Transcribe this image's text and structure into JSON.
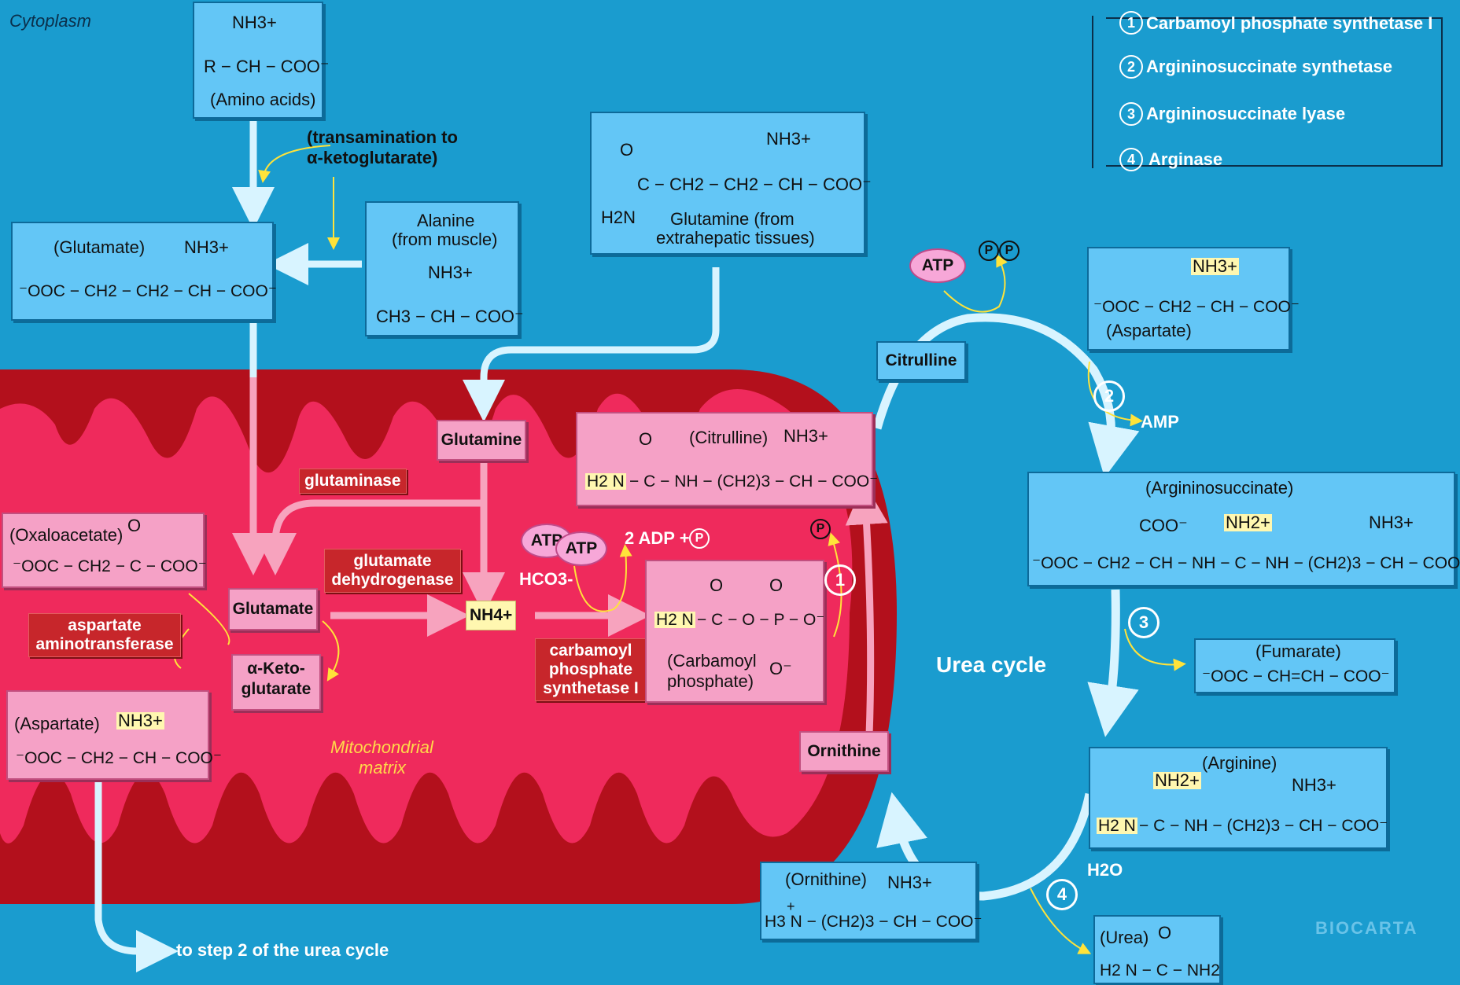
{
  "region_labels": {
    "cytoplasm": "Cytoplasm",
    "matrix_line1": "Mitochondrial",
    "matrix_line2": "matrix",
    "urea_cycle": "Urea cycle"
  },
  "legend": [
    {
      "num": "1",
      "label": "Carbamoyl phosphate synthetase I"
    },
    {
      "num": "2",
      "label": "Argininosuccinate synthetase"
    },
    {
      "num": "3",
      "label": "Argininosuccinate lyase"
    },
    {
      "num": "4",
      "label": "Arginase"
    }
  ],
  "amino_acids": {
    "formula_top": "NH3+",
    "formula": "R − CH − COO⁻",
    "name": "(Amino acids)"
  },
  "transamination": {
    "line1": "(transamination to",
    "line2": "α-ketoglutarate)"
  },
  "glutamate_cyto": {
    "name": "(Glutamate)",
    "top": "NH3+",
    "formula": "⁻OOC − CH2 − CH2 − CH − COO⁻"
  },
  "alanine": {
    "line1": "Alanine",
    "line2": "(from muscle)",
    "top": "NH3+",
    "formula": "CH3 − CH − COO⁻"
  },
  "glutamine_ext": {
    "o": "O",
    "top": "NH3+",
    "formula": "C − CH2 − CH2 − CH − COO⁻",
    "h2n": "H2N",
    "line1": "Glutamine (from",
    "line2": "extrahepatic tissues)"
  },
  "glutamine_mito": "Glutamine",
  "glutaminase": "glutaminase",
  "glutamate_mito": "Glutamate",
  "glutamate_dh": {
    "line1": "glutamate",
    "line2": "dehydrogenase"
  },
  "nh4": "NH4+",
  "ketoglutarate": {
    "line1": "α-Keto-",
    "line2": "glutarate"
  },
  "aspartate_at": {
    "line1": "aspartate",
    "line2": "aminotransferase"
  },
  "oxaloacetate": {
    "name": "(Oxaloacetate)",
    "o": "O",
    "formula": "⁻OOC − CH2 − C − COO⁻"
  },
  "aspartate_mito": {
    "name": "(Aspartate)",
    "top": "NH3+",
    "formula": "⁻OOC − CH2 − CH − COO⁻"
  },
  "to_step2": "to step 2 of the urea cycle",
  "citrulline_box": {
    "o": "O",
    "name": "(Citrulline)",
    "top": "NH3+",
    "h2n": "H2 N",
    "formula": "− C − NH − (CH2)3 − CH − COO⁻"
  },
  "atp1": "ATP",
  "atp2": "ATP",
  "adp": "2 ADP +",
  "hco3": "HCO3-",
  "p_symbol": "P",
  "cps": {
    "line1": "carbamoyl",
    "line2": "phosphate",
    "line3": "synthetase I"
  },
  "carbamoyl_phosphate": {
    "o1": "O",
    "o2": "O",
    "h2n": "H2 N",
    "formula": "− C − O − P − O⁻",
    "name1": "(Carbamoyl",
    "name2": "phosphate)",
    "o3": "O⁻"
  },
  "citrulline": "Citrulline",
  "ornithine": "Ornithine",
  "atp_top": "ATP",
  "pp": "PP",
  "aspartate_cyto": {
    "top": "NH3+",
    "formula": "⁻OOC − CH2 − CH − COO⁻",
    "name": "(Aspartate)"
  },
  "amp": "AMP",
  "argininosuccinate": {
    "name": "(Argininosuccinate)",
    "coo": "COO⁻",
    "nh2": "NH2+",
    "nh3": "NH3+",
    "formula": "⁻OOC − CH2 − CH − NH − C − NH − (CH2)3 − CH − COO⁻"
  },
  "fumarate": {
    "name": "(Fumarate)",
    "formula": "⁻OOC − CH=CH − COO⁻"
  },
  "arginine": {
    "name": "(Arginine)",
    "nh2": "NH2+",
    "nh3": "NH3+",
    "h2n": "H2 N",
    "formula": "− C − NH − (CH2)3 − CH − COO⁻"
  },
  "h2o": "H2O",
  "ornithine_box": {
    "name": "(Ornithine)",
    "top": "NH3+",
    "formula": "H3 N − (CH2)3 − CH − COO⁻",
    "plus": "+"
  },
  "urea": {
    "name": "(Urea)",
    "o": "O",
    "formula": "H2 N − C − NH2"
  },
  "logo": "BIOCARTA",
  "colors": {
    "background": "#1a9ccf",
    "mito_outer": "#b3101c",
    "mito_inner": "#ef2a5c",
    "arrow": "#d8f4ff"
  }
}
